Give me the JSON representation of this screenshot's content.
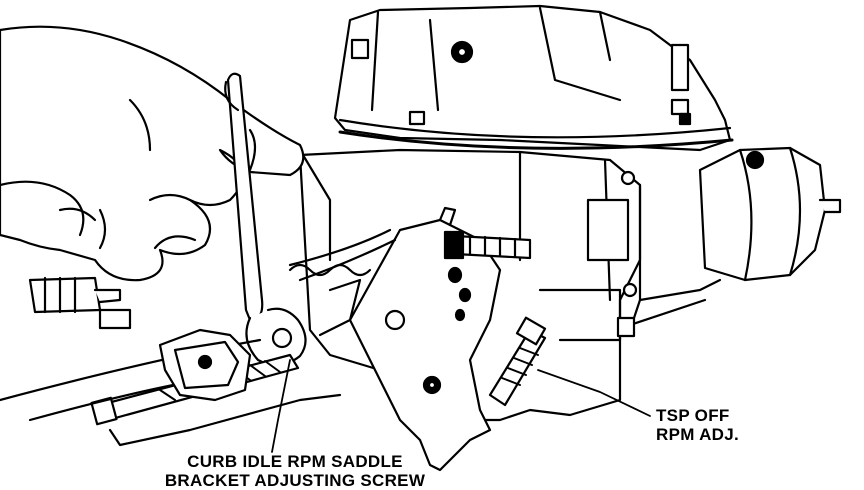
{
  "callouts": {
    "tsp_off": {
      "line1": "TSP OFF",
      "line2": "RPM ADJ."
    },
    "curb_idle": {
      "line1": "CURB IDLE RPM SADDLE",
      "line2": "BRACKET ADJUSTING SCREW"
    }
  },
  "colors": {
    "ink": "#000000",
    "paper": "#ffffff"
  }
}
